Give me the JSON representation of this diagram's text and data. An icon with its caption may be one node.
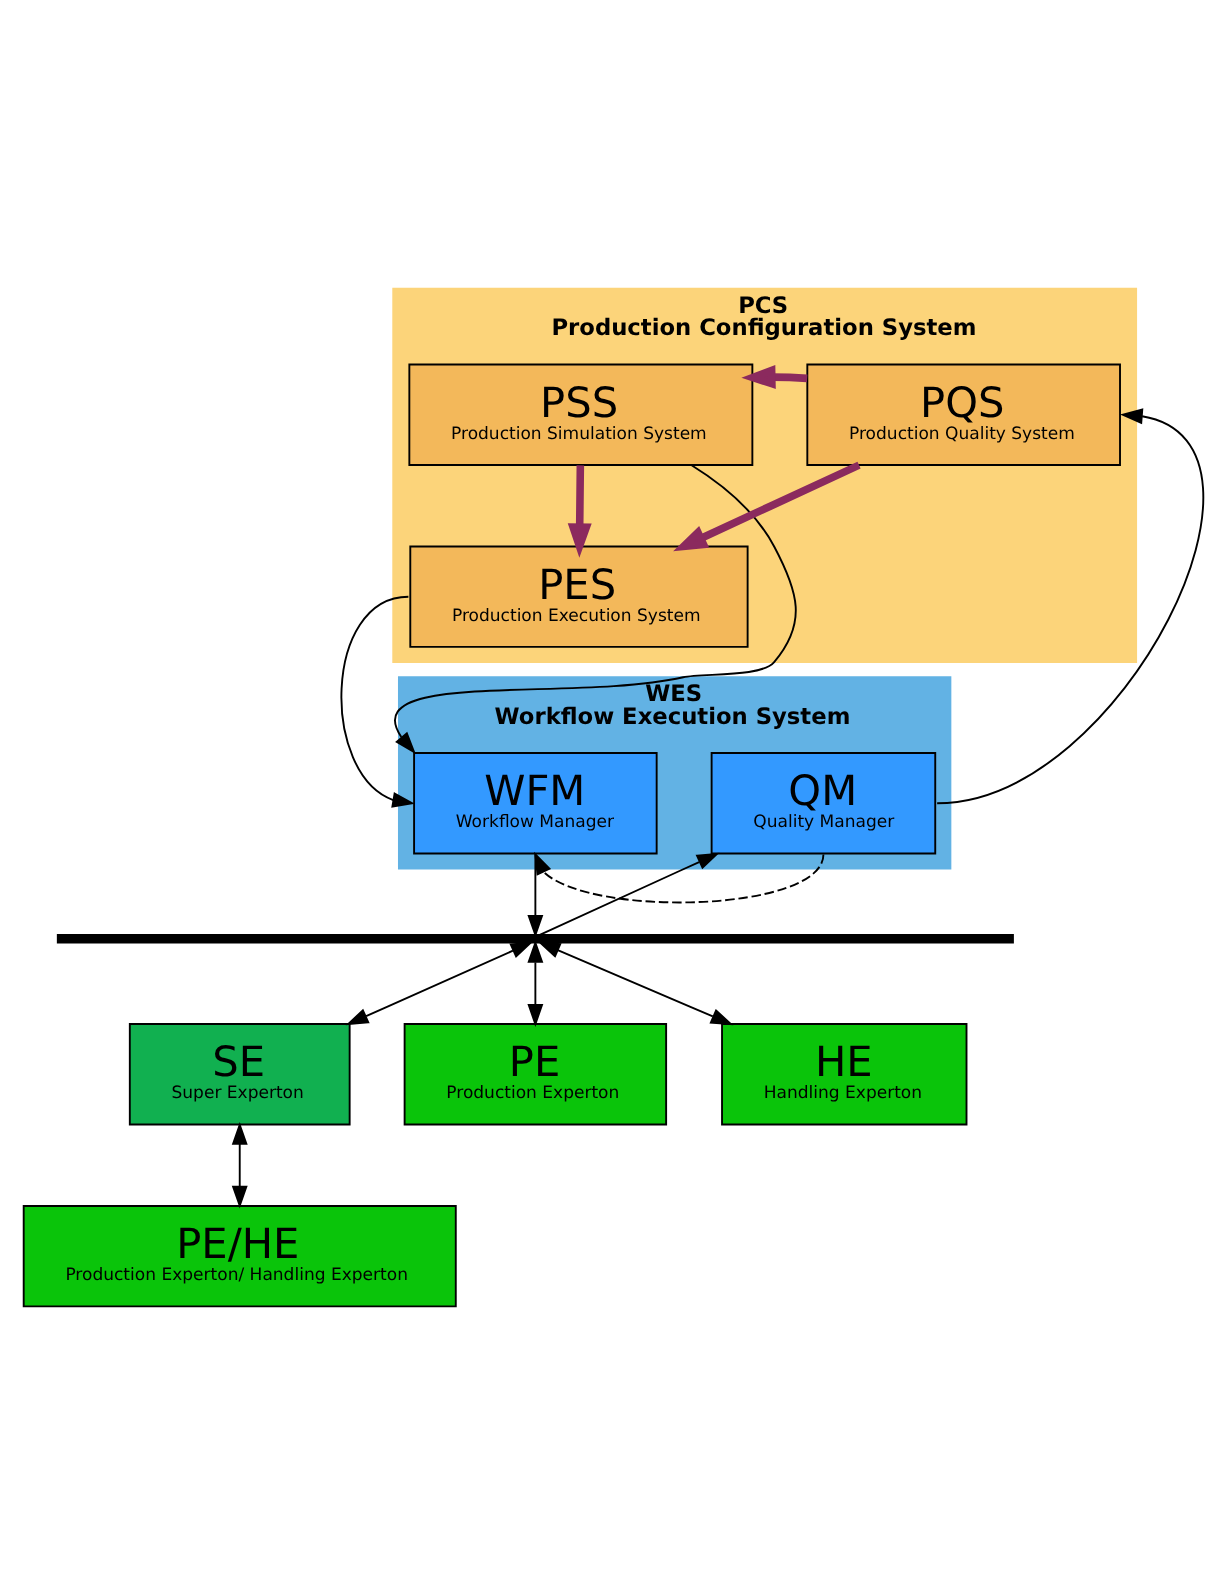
{
  "diagram": {
    "nodes": [
      {
        "text": [
          "PCS",
          "Production Configuration System"
        ]
      },
      {
        "text": [
          "PSS",
          "Production Simulation System"
        ],
        "in": 0
      },
      {
        "text": [
          "PES",
          "Production Execution System"
        ],
        "in": 0
      },
      {
        "text": [
          "PQS",
          "Production Quality System"
        ],
        "in": 0
      },
      {
        "text": [
          "WES",
          "Workflow Execution System"
        ]
      },
      {
        "text": [
          "WFM",
          "Workflow Manager"
        ],
        "in": 4
      },
      {
        "text": [
          "QM",
          "Quality Manager"
        ],
        "in": 4
      },
      {
        "text": [],
        "shape": "bar"
      },
      {
        "text": [
          "SE",
          "Super Experton"
        ]
      },
      {
        "text": [
          "PE",
          "Production Experton"
        ]
      },
      {
        "text": [
          "HE",
          "Handling Experton"
        ]
      },
      {
        "text": [
          "PE/HE",
          "Production Experton/ Handling Experton"
        ]
      }
    ],
    "edges": [
      {
        "from": 3,
        "to": 1,
        "arrow": "to",
        "style": "thick",
        "color": "#8b2a5e"
      },
      {
        "from": 1,
        "to": 2,
        "arrow": "to",
        "style": "thick",
        "color": "#8b2a5e"
      },
      {
        "from": 3,
        "to": 2,
        "arrow": "to",
        "style": "thick",
        "color": "#8b2a5e"
      },
      {
        "from": 1,
        "to": 5,
        "arrow": "to"
      },
      {
        "from": 2,
        "to": 5,
        "arrow": "to"
      },
      {
        "from": 6,
        "to": 3,
        "arrow": "to"
      },
      {
        "from": 6,
        "to": 5,
        "arrow": "to",
        "style": "dashed"
      },
      {
        "from": 5,
        "to": 7,
        "arrow": "to"
      },
      {
        "from": 7,
        "to": 6,
        "arrow": "to"
      },
      {
        "from": 7,
        "to": 8,
        "arrow": "both"
      },
      {
        "from": 7,
        "to": 9,
        "arrow": "both"
      },
      {
        "from": 7,
        "to": 10,
        "arrow": "both"
      },
      {
        "from": 8,
        "to": 11,
        "arrow": "both"
      }
    ]
  }
}
